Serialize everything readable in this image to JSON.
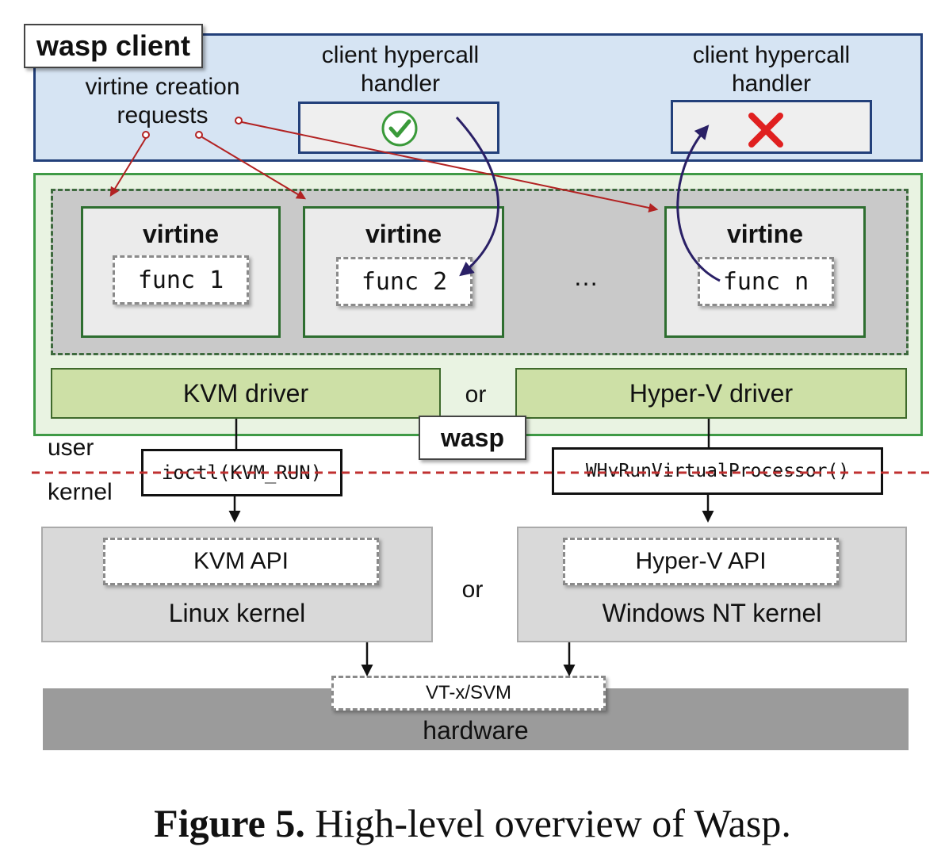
{
  "client": {
    "title": "wasp client",
    "creation_label": "virtine creation\nrequests",
    "handler_left_label": "client hypercall\nhandler",
    "handler_right_label": "client hypercall\nhandler"
  },
  "icons": {
    "success": "check-circle-icon",
    "failure": "red-x-icon"
  },
  "colors": {
    "client_bg": "#d6e4f3",
    "client_border": "#23407a",
    "wasp_bg": "#e9f3e2",
    "wasp_border": "#3f9a46",
    "driver_bg": "#cde0a6",
    "request_arrow": "#b22222",
    "hypercall_arrow": "#2a2066",
    "boundary_line": "#c03030",
    "hardware_bg": "#9b9b9b"
  },
  "virtines": [
    {
      "label": "virtine",
      "func": "func 1"
    },
    {
      "label": "virtine",
      "func": "func 2"
    },
    {
      "label": "virtine",
      "func": "func n"
    }
  ],
  "ellipsis": "…",
  "drivers": {
    "left": "KVM driver",
    "or": "or",
    "right": "Hyper-V driver"
  },
  "wasp_title": "wasp",
  "boundary": {
    "user": "user",
    "kernel": "kernel"
  },
  "syscalls": {
    "left": "ioctl(KVM_RUN)",
    "right": "WHvRunVirtualProcessor()"
  },
  "kernels": {
    "left_api": "KVM API",
    "left_name": "Linux kernel",
    "or": "or",
    "right_api": "Hyper-V API",
    "right_name": "Windows NT kernel"
  },
  "hardware": {
    "feature": "VT-x/SVM",
    "label": "hardware"
  },
  "caption": {
    "prefix": "Figure 5.",
    "text": " High-level overview of Wasp."
  }
}
